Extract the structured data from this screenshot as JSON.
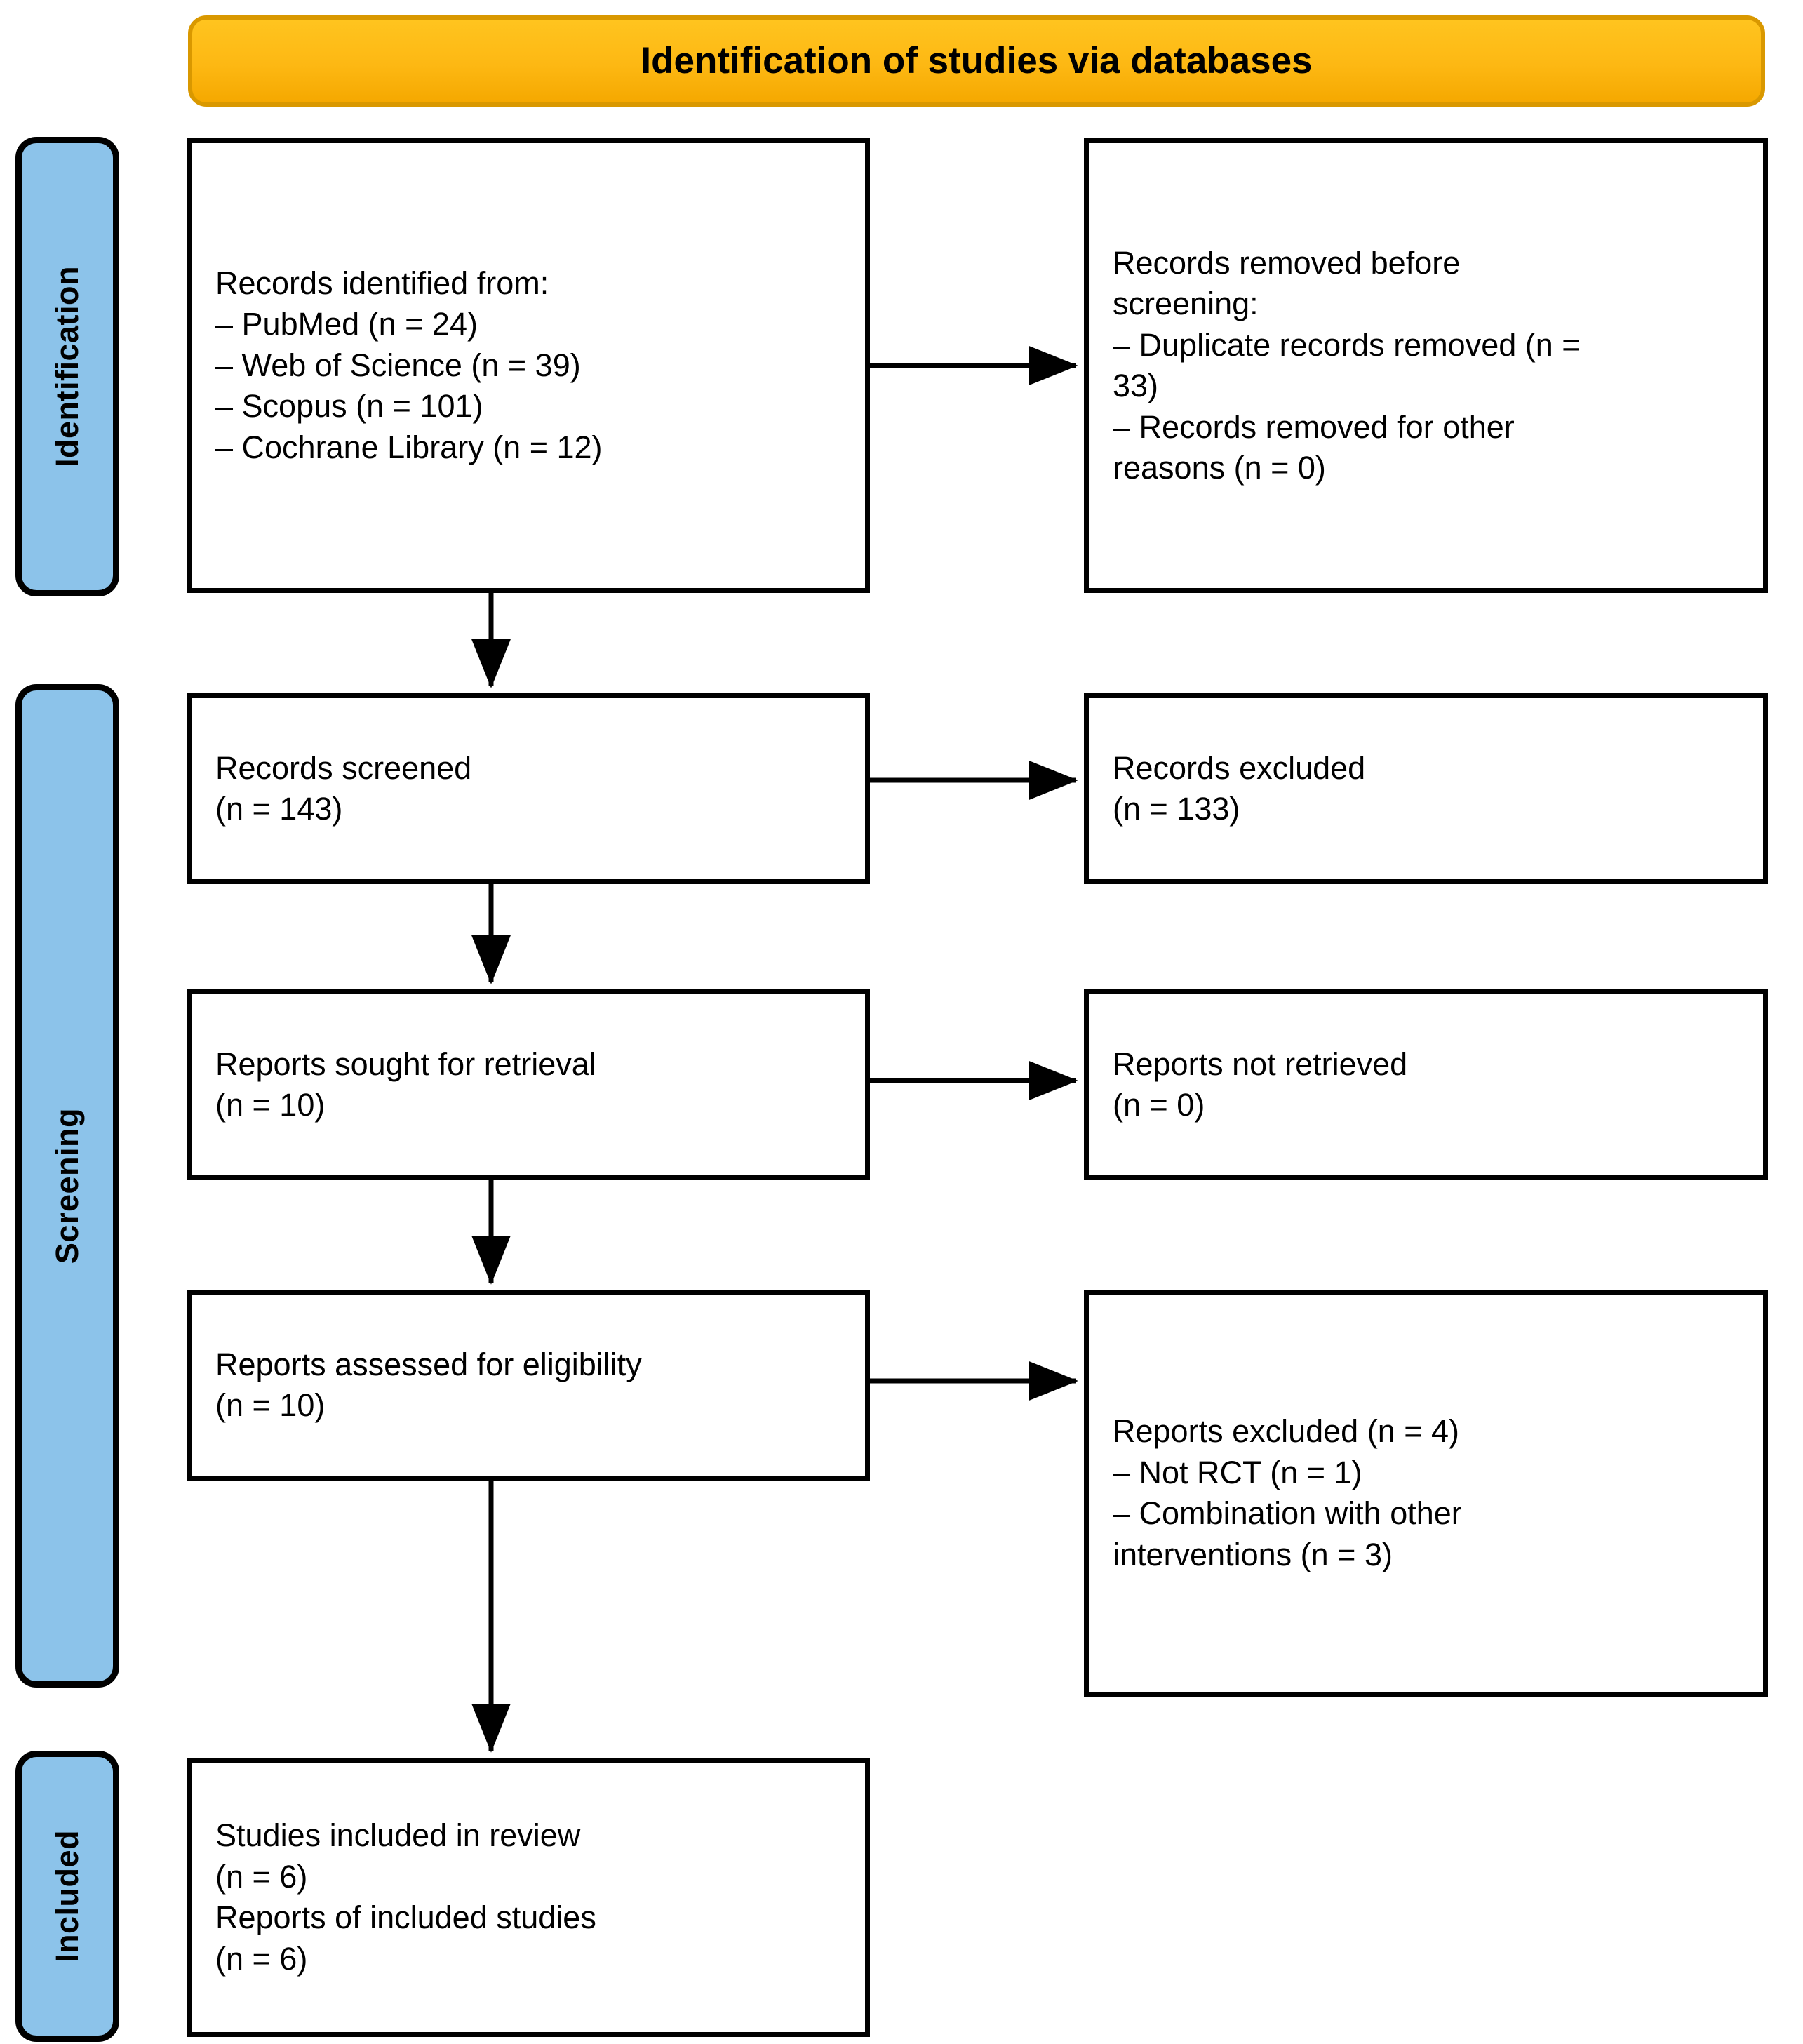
{
  "header": {
    "title": "Identification of studies via databases",
    "fill_color": "#FDB913",
    "border_color": "#D99800"
  },
  "stages": [
    {
      "name": "identification",
      "label": "Identification",
      "color": "#8CC3EA"
    },
    {
      "name": "screening",
      "label": "Screening",
      "color": "#8CC3EA"
    },
    {
      "name": "included",
      "label": "Included",
      "color": "#8CC3EA"
    }
  ],
  "boxes": {
    "identified": {
      "lines": [
        "Records identified from:",
        "– PubMed (n = 24)",
        "– Web of Science (n = 39)",
        "– Scopus (n = 101)",
        "– Cochrane Library (n = 12)"
      ]
    },
    "removed_before_screening": {
      "line1_plain": "Records removed ",
      "line1_italic": "before",
      "line2_italic": "screening",
      "line2_plain": ":",
      "lines": [
        "– Duplicate records removed (n =",
        "33)",
        "– Records removed for other",
        "reasons (n = 0)"
      ]
    },
    "screened": {
      "lines": [
        "Records screened",
        "(n = 143)"
      ]
    },
    "records_excluded": {
      "lines": [
        "Records excluded",
        "(n = 133)"
      ]
    },
    "sought_for_retrieval": {
      "lines": [
        "Reports sought for retrieval",
        "(n = 10)"
      ]
    },
    "not_retrieved": {
      "lines": [
        "Reports not retrieved",
        "(n = 0)"
      ]
    },
    "assessed_for_eligibility": {
      "lines": [
        "Reports assessed for eligibility",
        "(n = 10)"
      ]
    },
    "reports_excluded": {
      "lines": [
        "Reports excluded (n = 4)",
        "– Not RCT (n = 1)",
        "– Combination with other",
        "interventions (n = 3)"
      ]
    },
    "included": {
      "lines": [
        "Studies included in review",
        "(n = 6)",
        "Reports of included studies",
        "(n = 6)"
      ]
    }
  },
  "counts": {
    "pubmed": 24,
    "web_of_science": 39,
    "scopus": 101,
    "cochrane_library": 12,
    "duplicates_removed": 33,
    "removed_other_reasons": 0,
    "records_screened": 143,
    "records_excluded": 133,
    "reports_sought": 10,
    "reports_not_retrieved": 0,
    "reports_assessed": 10,
    "reports_excluded_total": 4,
    "not_rct": 1,
    "combination_other_interventions": 3,
    "studies_included": 6,
    "reports_of_included_studies": 6
  }
}
